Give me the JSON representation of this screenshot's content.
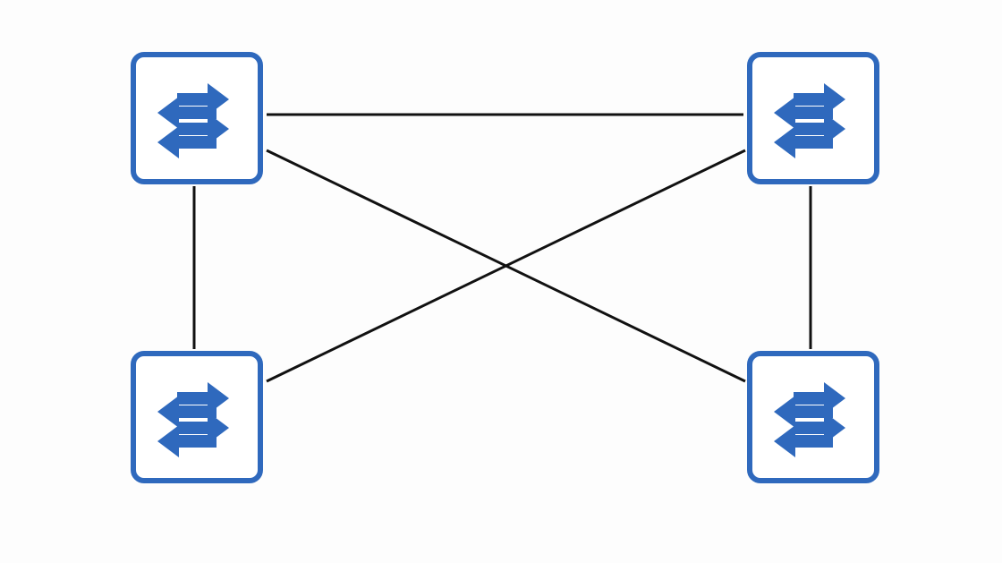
{
  "colors": {
    "background": "#fdfdfd",
    "switch_border": "#2f69bd",
    "switch_fill": "#ffffff",
    "arrow": "#2f69bd",
    "link": "#111111"
  },
  "nodes": [
    {
      "id": "top-left",
      "icon": "network-switch-icon"
    },
    {
      "id": "top-right",
      "icon": "network-switch-icon"
    },
    {
      "id": "bottom-left",
      "icon": "network-switch-icon"
    },
    {
      "id": "bottom-right",
      "icon": "network-switch-icon"
    }
  ],
  "links": [
    {
      "from": "top-left",
      "to": "top-right"
    },
    {
      "from": "top-left",
      "to": "bottom-left"
    },
    {
      "from": "top-right",
      "to": "bottom-right"
    },
    {
      "from": "top-left",
      "to": "bottom-right"
    },
    {
      "from": "top-right",
      "to": "bottom-left"
    }
  ]
}
